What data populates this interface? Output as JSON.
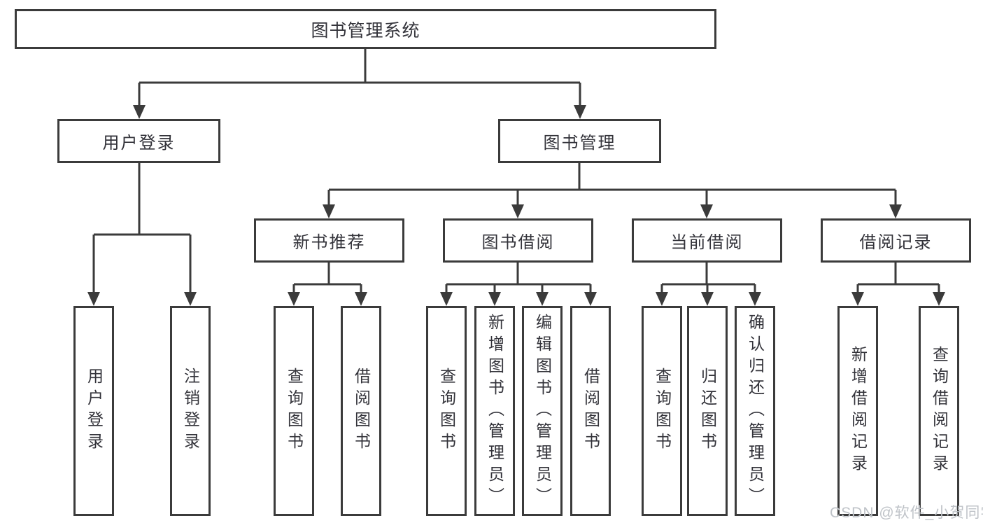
{
  "title": "图书管理系统",
  "tree": {
    "root": {
      "label": "图书管理系统"
    },
    "branches": [
      {
        "label": "用户登录",
        "children": [
          {
            "label": "用户登录"
          },
          {
            "label": "注销登录"
          }
        ]
      },
      {
        "label": "图书管理",
        "children": [
          {
            "label": "新书推荐",
            "children": [
              {
                "label": "查询图书"
              },
              {
                "label": "借阅图书"
              }
            ]
          },
          {
            "label": "图书借阅",
            "children": [
              {
                "label": "查询图书"
              },
              {
                "label": "新增图书（管理员）"
              },
              {
                "label": "编辑图书（管理员）"
              },
              {
                "label": "借阅图书"
              }
            ]
          },
          {
            "label": "当前借阅",
            "children": [
              {
                "label": "查询图书"
              },
              {
                "label": "归还图书"
              },
              {
                "label": "确认归还（管理员）"
              }
            ]
          },
          {
            "label": "借阅记录",
            "children": [
              {
                "label": "新增借阅记录"
              },
              {
                "label": "查询借阅记录"
              }
            ]
          }
        ]
      }
    ]
  },
  "watermark": {
    "text": "CSDN @软件_小贺同学"
  },
  "colors": {
    "line": "#3b3b3b",
    "text": "#33333a",
    "watermark": "#bfc3c8",
    "background": "#ffffff"
  }
}
